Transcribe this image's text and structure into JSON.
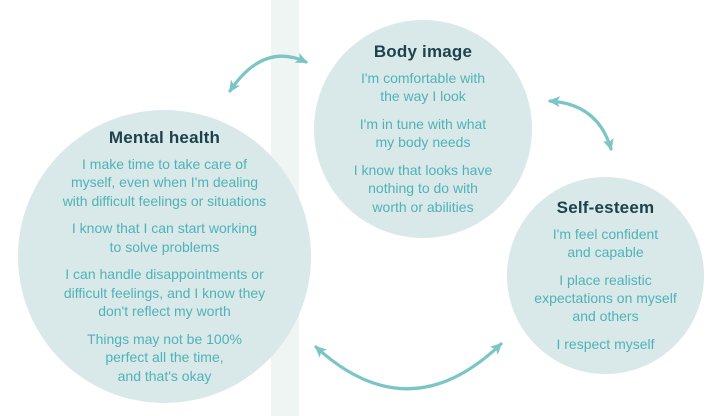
{
  "diagram": {
    "theme": {
      "bg": "#ffffff",
      "stripe": "#eef5f2",
      "circle-fill": "#d9e8e9",
      "heading": "#1d424d",
      "body-text": "#4fb3b6",
      "arrow": "#7cc5c6"
    },
    "circles": [
      {
        "id": "mental-health",
        "title": "Mental health",
        "items": [
          "I make time to take care of\nmyself, even when I'm dealing\nwith difficult feelings or situations",
          "I know that I can start working\nto solve problems",
          "I can handle disappointments or\ndifficult feelings, and I know they\ndon't reflect my worth",
          "Things may not be 100%\nperfect all the time,\nand that's okay"
        ]
      },
      {
        "id": "body-image",
        "title": "Body image",
        "items": [
          "I'm comfortable with\nthe way I look",
          "I'm in tune with what\nmy body needs",
          "I know that looks have\nnothing to do with\nworth or abilities"
        ]
      },
      {
        "id": "self-esteem",
        "title": "Self-esteem",
        "items": [
          "I'm feel confident\nand capable",
          "I place realistic\nexpectations on myself\nand others",
          "I respect myself"
        ]
      }
    ],
    "arrows": [
      {
        "id": "mental-health-to-body-image"
      },
      {
        "id": "body-image-to-self-esteem"
      },
      {
        "id": "self-esteem-to-mental-health"
      }
    ]
  }
}
